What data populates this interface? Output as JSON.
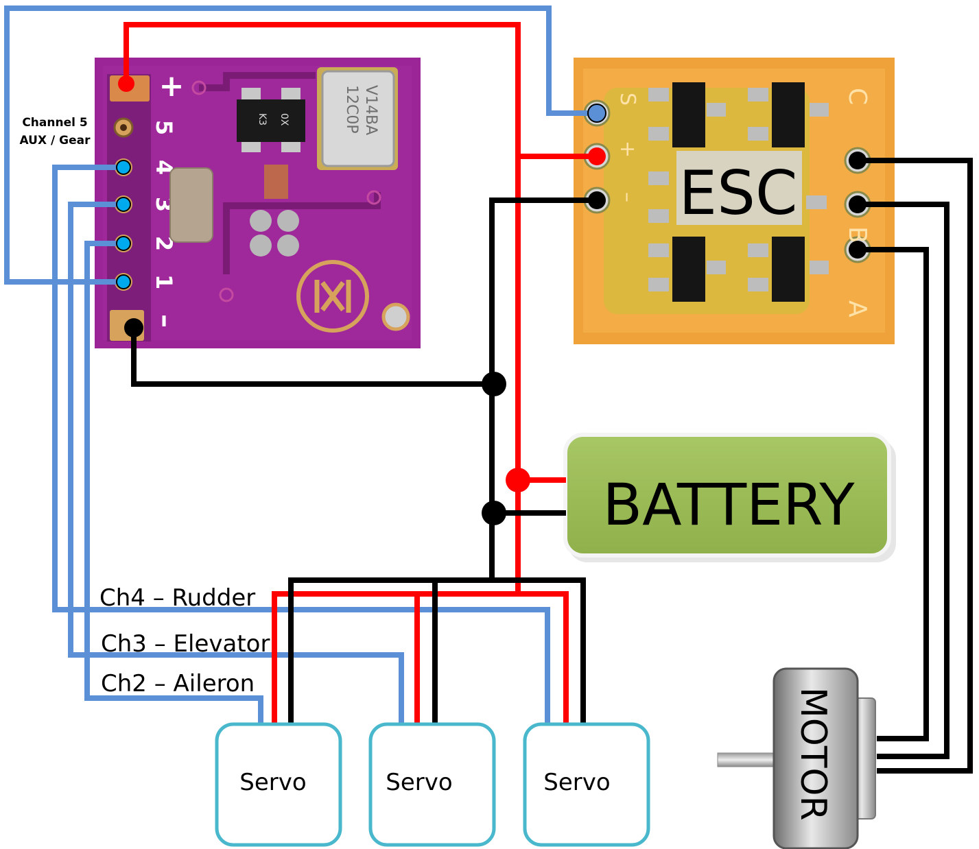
{
  "receiver": {
    "pins": {
      "plus": "+",
      "ch5": "5",
      "ch4": "4",
      "ch3": "3",
      "ch2": "2",
      "ch1": "1",
      "minus": "–"
    },
    "crystal_text": [
      "12C0P",
      "V14BA"
    ],
    "chip_text": [
      "K3",
      "0X"
    ]
  },
  "labels": {
    "channel5_line1": "Channel 5",
    "channel5_line2": "AUX / Gear",
    "ch4": "Ch4 – Rudder",
    "ch3": "Ch3 – Elevator",
    "ch2": "Ch2 – Aileron"
  },
  "esc": {
    "title": "ESC",
    "pin_s": "S",
    "pin_plus": "+",
    "pin_minus": "–",
    "pin_c": "C",
    "pin_b": "B",
    "pin_a": "A"
  },
  "battery": {
    "label": "BATTERY"
  },
  "servos": [
    "Servo",
    "Servo",
    "Servo"
  ],
  "motor": {
    "label": "MOTOR"
  },
  "colors": {
    "signal": "#5b8fd6",
    "power": "#ff0000",
    "ground": "#000000",
    "receiver_board": "#a0259a",
    "esc_board": "#f2a83a",
    "battery_fill": "#99bb55",
    "servo_border": "#4ab8cc"
  }
}
